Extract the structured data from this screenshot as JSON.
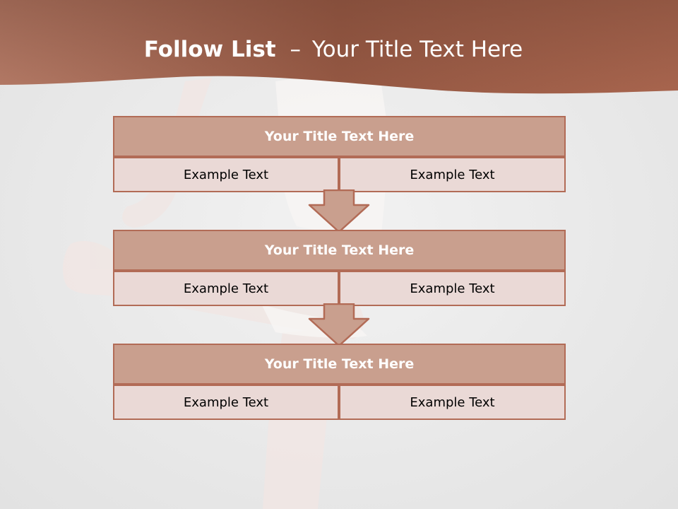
{
  "slide": {
    "title_bold": "Follow List",
    "title_separator": "–",
    "title_rest": "Your Title Text Here"
  },
  "blocks": [
    {
      "title": "Your Title Text Here",
      "left_text": "Example Text",
      "right_text": "Example Text"
    },
    {
      "title": "Your Title Text Here",
      "left_text": "Example Text",
      "right_text": "Example Text"
    },
    {
      "title": "Your Title Text Here",
      "left_text": "Example Text",
      "right_text": "Example Text"
    }
  ],
  "colors": {
    "header_band": "#a1634f",
    "block_title_fill": "#c99f8e",
    "block_cell_fill": "#ead9d6",
    "block_border": "#b26b56",
    "arrow_fill": "#c99f8e"
  },
  "icons": [
    "down-arrow-icon",
    "down-arrow-icon"
  ]
}
